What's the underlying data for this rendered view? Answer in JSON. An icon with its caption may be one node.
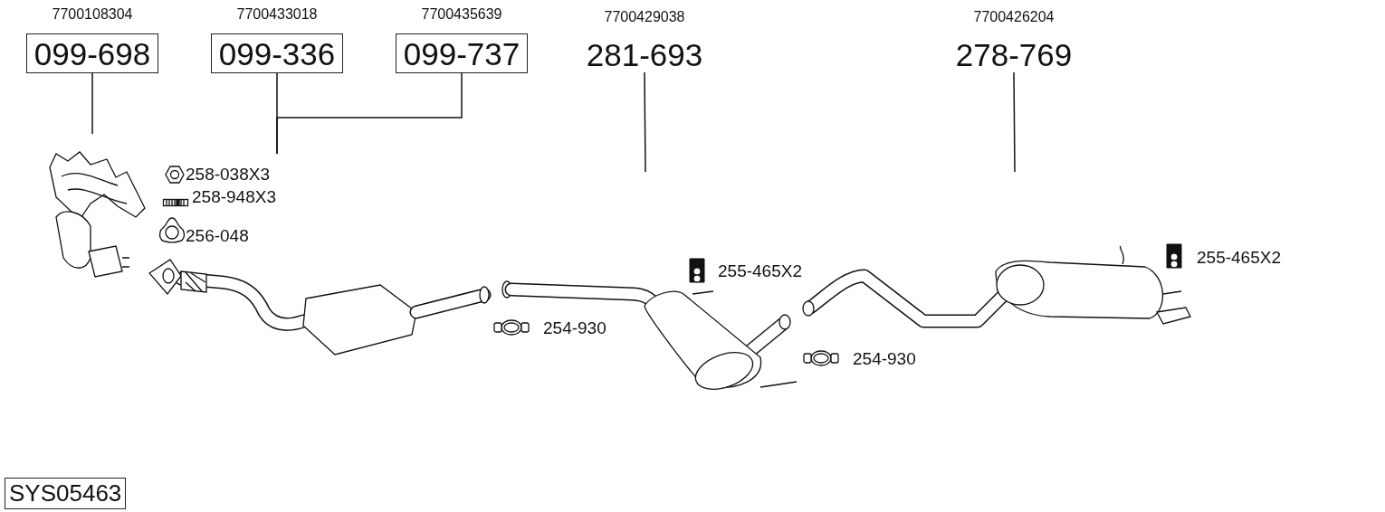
{
  "diagram": {
    "nodes": [
      {
        "text": [
          "099-698"
        ],
        "beside": [
          "7700108304"
        ]
      },
      {
        "text": [
          "099-336"
        ],
        "beside": [
          "7700433018"
        ]
      },
      {
        "text": [
          "099-737"
        ],
        "beside": [
          "7700435639"
        ]
      },
      {
        "text": [
          "281-693"
        ],
        "beside": [
          "7700429038"
        ]
      },
      {
        "text": [
          "278-769"
        ],
        "beside": [
          "7700426204"
        ]
      }
    ],
    "edges": [
      {
        "from": 0,
        "to": null,
        "arrow": "none"
      },
      {
        "from": 1,
        "to": null,
        "arrow": "none"
      },
      {
        "from": 2,
        "to": null,
        "arrow": "none"
      },
      {
        "from": 3,
        "to": null,
        "arrow": "none"
      },
      {
        "from": 4,
        "to": null,
        "arrow": "none"
      }
    ],
    "labels": [
      "258-038X3",
      "258-948X3",
      "256-048",
      "255-465X2",
      "255-465X2",
      "254-930",
      "254-930",
      "SYS05463"
    ]
  }
}
